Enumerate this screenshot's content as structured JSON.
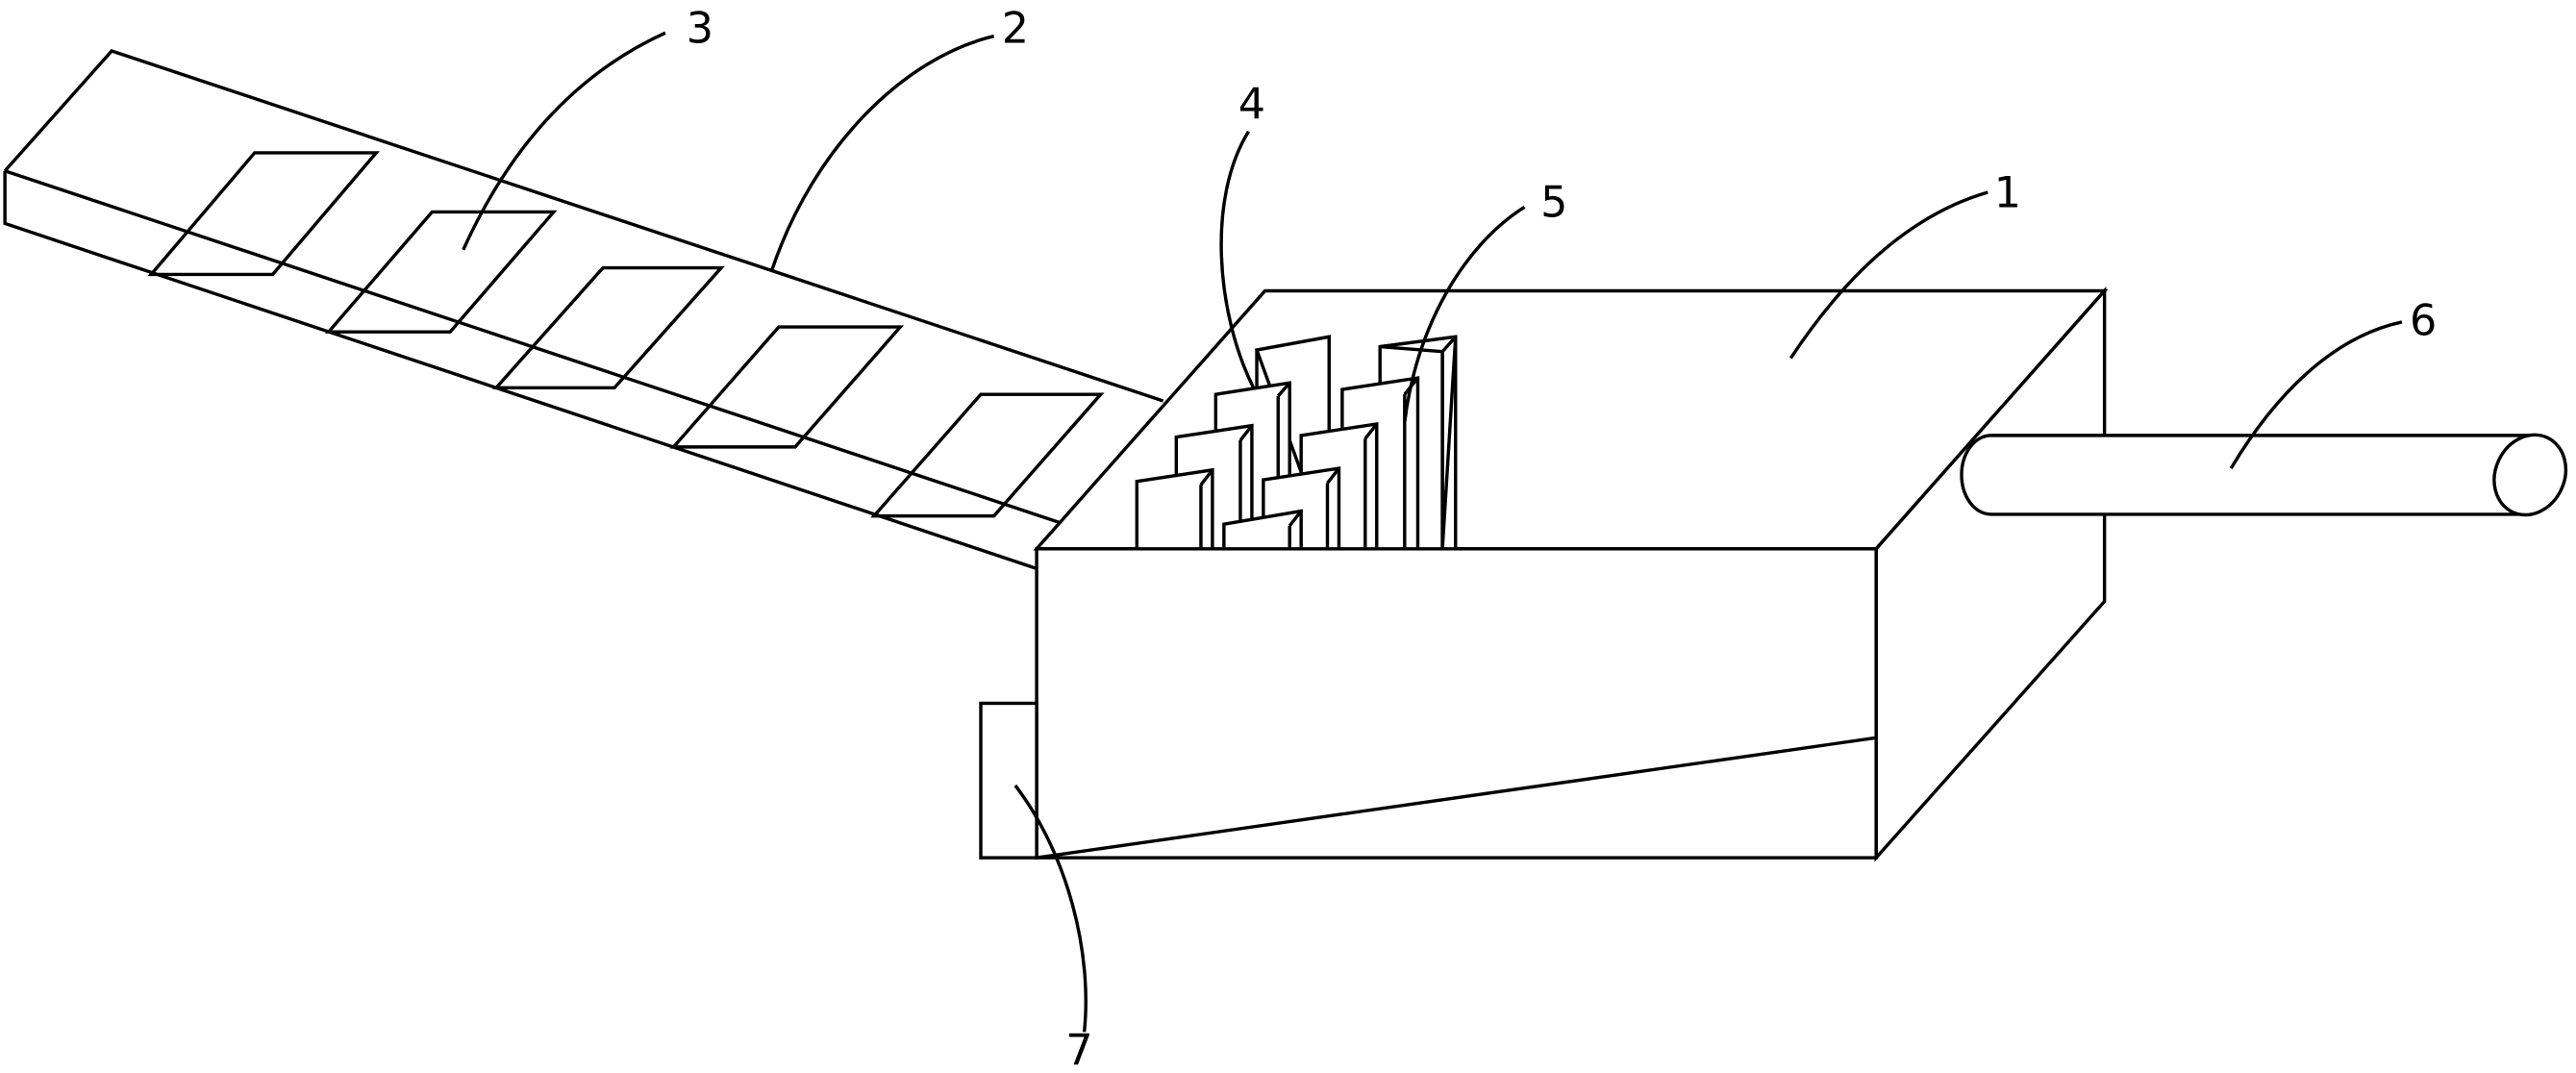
{
  "diagram": {
    "labels": [
      {
        "id": "1",
        "text": "1"
      },
      {
        "id": "2",
        "text": "2"
      },
      {
        "id": "3",
        "text": "3"
      },
      {
        "id": "4",
        "text": "4"
      },
      {
        "id": "5",
        "text": "5"
      },
      {
        "id": "6",
        "text": "6"
      },
      {
        "id": "7",
        "text": "7"
      }
    ]
  }
}
